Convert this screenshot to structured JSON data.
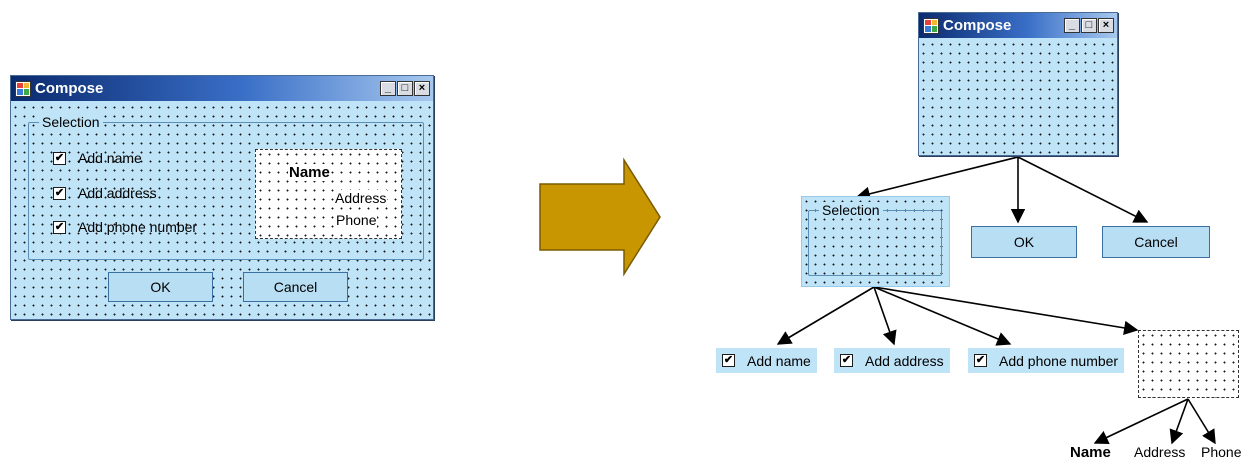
{
  "window": {
    "title": "Compose",
    "controls": [
      "_",
      "□",
      "×"
    ]
  },
  "selection_group": {
    "label": "Selection"
  },
  "checkboxes": [
    {
      "label": "Add name",
      "checked": true
    },
    {
      "label": "Add address",
      "checked": true
    },
    {
      "label": "Add phone number",
      "checked": true
    }
  ],
  "contact_panel": {
    "name": "Name",
    "address": "Address",
    "phone": "Phone"
  },
  "buttons": {
    "ok": "OK",
    "cancel": "Cancel"
  },
  "check_mark": "✔",
  "colors": {
    "arrow_fill": "#c89600",
    "form_background": "#bfe3f7",
    "titlebar_dark": "#0a2a6e"
  }
}
